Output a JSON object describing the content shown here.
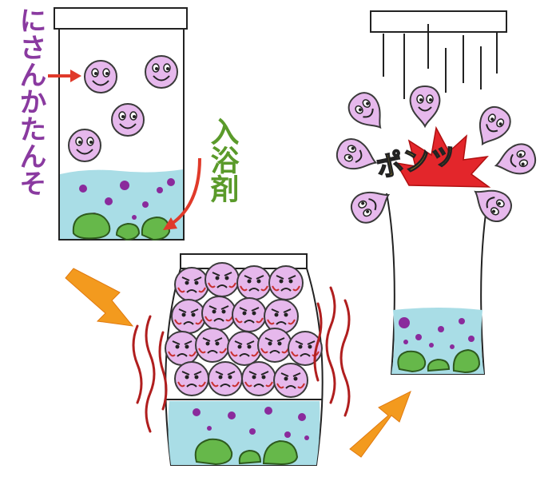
{
  "labels": {
    "co2_label": "にさんかたんそ",
    "bath_label": "入浴剤",
    "pop_label": "ポンッ"
  },
  "colors": {
    "outline": "#222222",
    "water": "#a9dde6",
    "bubble": "#e6b8ec",
    "bubble_outline": "#3a3a3a",
    "purple_dot": "#8a2a9c",
    "tablet_green": "#66b84a",
    "label_purple": "#8a3aa0",
    "label_green": "#5a9a2a",
    "arrow_red": "#e03a2a",
    "arrow_orange": "#f39a1e",
    "wave_red": "#b01e1e",
    "burst_red": "#e3262b",
    "burst_text": "#f6d21a"
  },
  "icons": {
    "face_bubble": "smiling-face-icon",
    "angry_bubble": "angry-face-icon",
    "tablet": "bath-tablet-icon",
    "arrow": "process-arrow-icon",
    "burst": "explosion-icon"
  }
}
